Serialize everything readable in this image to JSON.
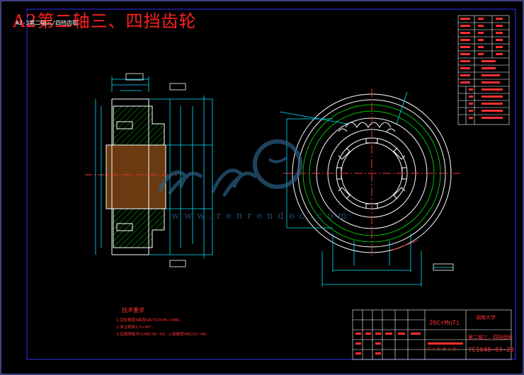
{
  "drawing": {
    "title": "A2第二轴三、四挡齿轮",
    "subtitle": "A2-3第二轴三/四挡齿轮",
    "watermark_url": "www.renrendoc.com"
  },
  "technical_requirements": {
    "title": "技术要求",
    "items": [
      "1.齿轮精度8级按GB/T10095-1988。",
      "2.未注倒角1.5×45°。",
      "3.齿面渗碳淬火HRC58~63，心部硬度HRC33~48。"
    ]
  },
  "title_block": {
    "material": "20CrMnTi",
    "school": "湖南大学",
    "part_name": "第二轴三、四挡齿轮",
    "drawing_number": "YC1040-03-20",
    "scale_row": "共 1 张 第 1 张"
  },
  "colors": {
    "background": "#000000",
    "outline": "#ffffff",
    "dimension": "#00e5ff",
    "hatch": "#00c000",
    "centerline": "#ff3030",
    "pitch_circle": "#00c000",
    "accent": "#ff2020",
    "watermark": "#2a5f86",
    "border": "#3030ff"
  }
}
